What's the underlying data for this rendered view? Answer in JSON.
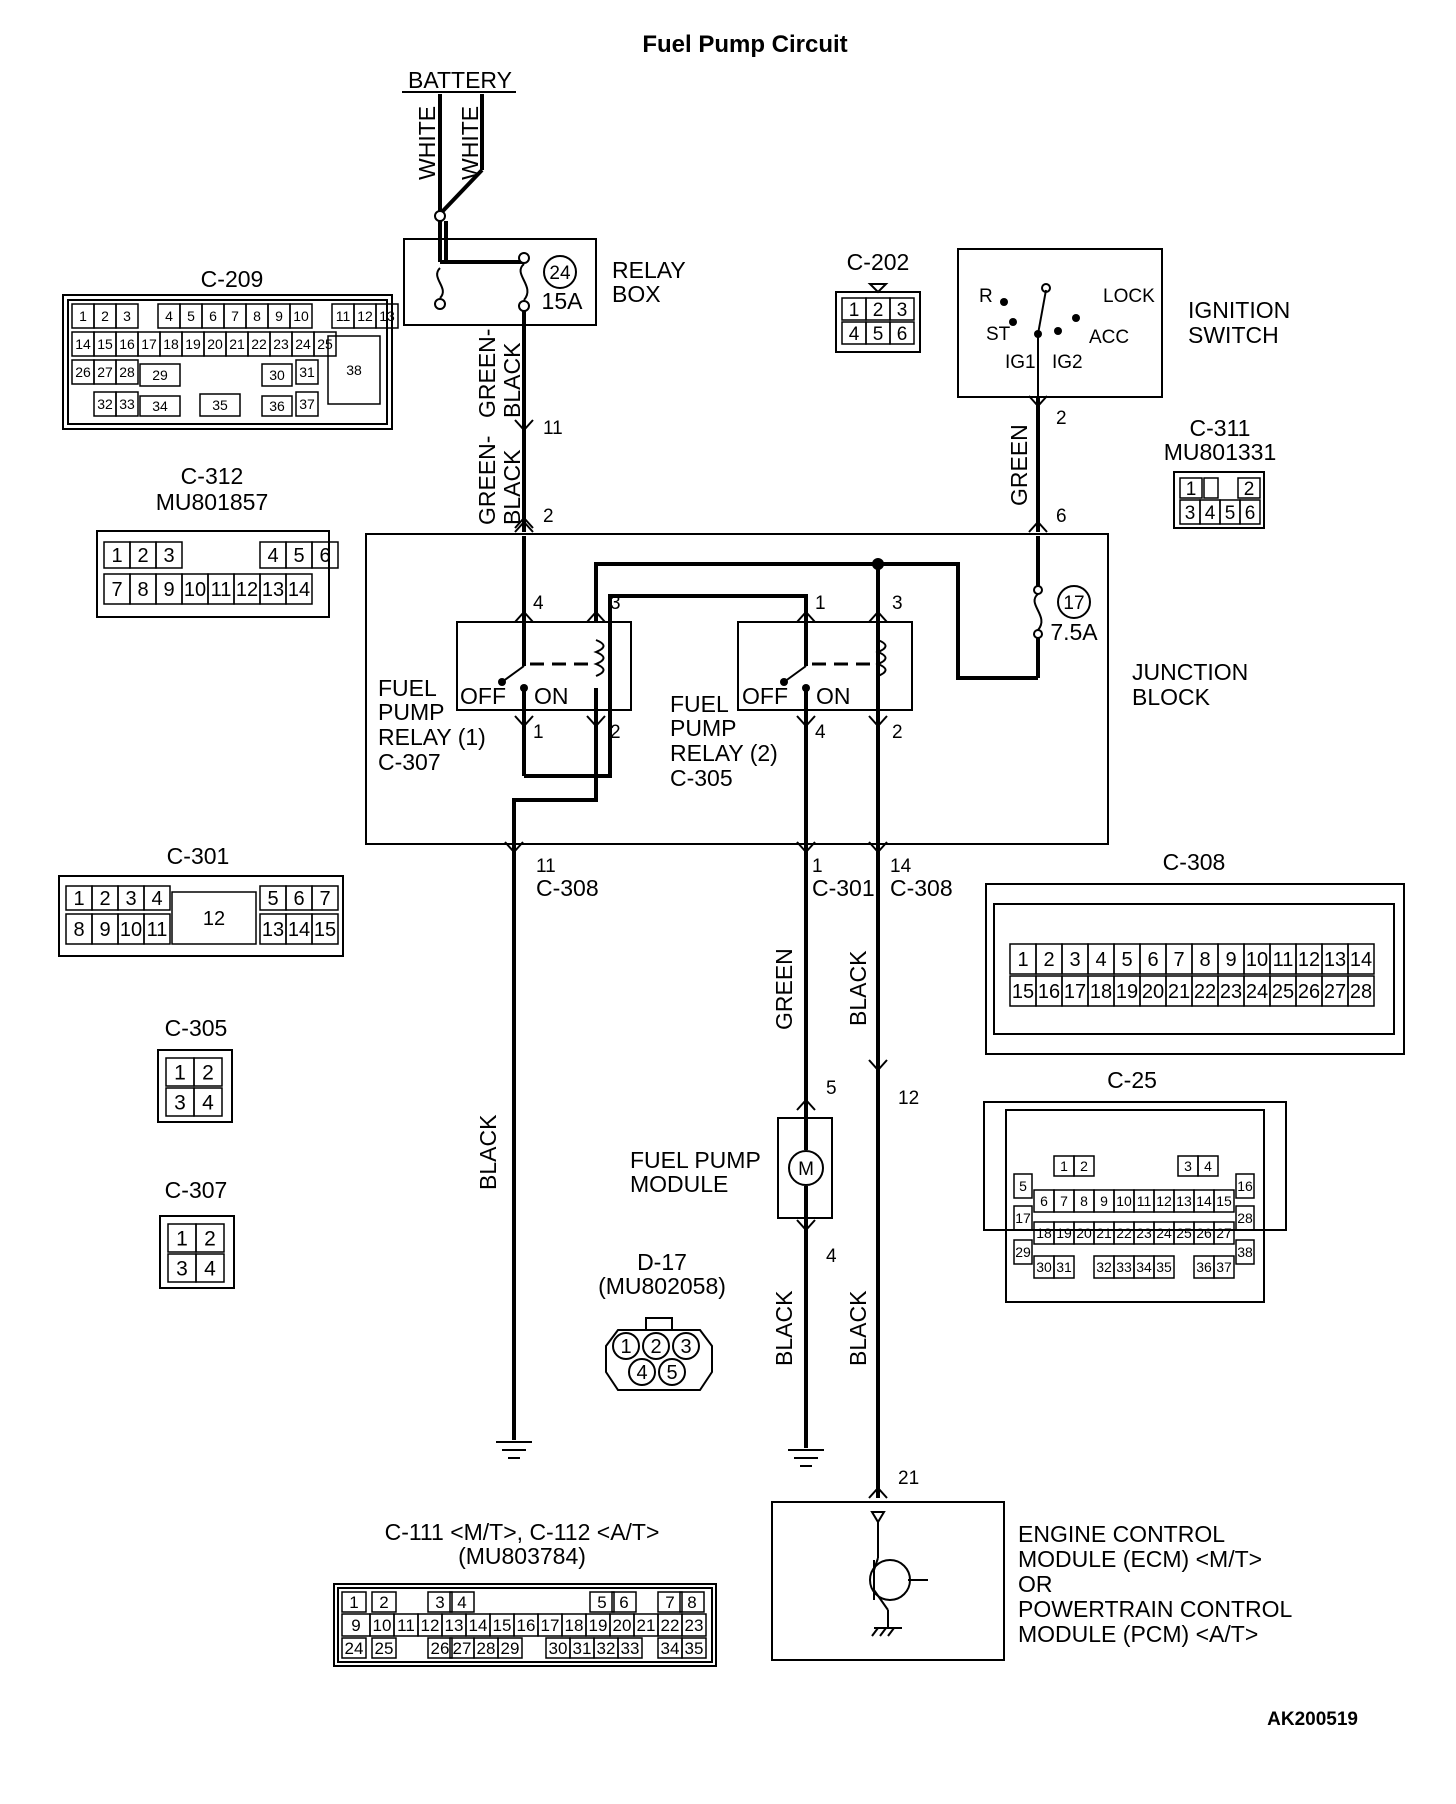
{
  "title": "Fuel Pump Circuit",
  "figure_id": "AK200519",
  "battery": "BATTERY",
  "wire_colors": {
    "white": "WHITE",
    "green": "GREEN",
    "black": "BLACK",
    "green_black_1": "GREEN-",
    "green_black_2": "BLACK",
    "green_black_3": "GREEN-",
    "green_black_4": "BLACK"
  },
  "relay_box": {
    "line1": "RELAY",
    "line2": "BOX",
    "fuse_no": "24",
    "fuse_rating": "15A"
  },
  "ignition": {
    "line1": "IGNITION",
    "line2": "SWITCH",
    "r": "R",
    "lock": "LOCK",
    "st": "ST",
    "acc": "ACC",
    "ig1": "IG1",
    "ig2": "IG2"
  },
  "junction": {
    "line1": "JUNCTION",
    "line2": "BLOCK",
    "fuse_no": "17",
    "fuse_rating": "7.5A"
  },
  "relay1": {
    "l1": "FUEL",
    "l2": "PUMP",
    "l3": "RELAY (1)",
    "l4": "C-307",
    "off": "OFF",
    "on": "ON"
  },
  "relay2": {
    "l1": "FUEL",
    "l2": "PUMP",
    "l3": "RELAY (2)",
    "l4": "C-305",
    "off": "OFF",
    "on": "ON"
  },
  "pump": {
    "l1": "FUEL PUMP",
    "l2": "MODULE",
    "motor": "M"
  },
  "ecm": {
    "l1": "ENGINE CONTROL",
    "l2": "MODULE (ECM) <M/T>",
    "l3": "OR",
    "l4": "POWERTRAIN CONTROL",
    "l5": "MODULE (PCM) <A/T>"
  },
  "pins": {
    "p11a": "11",
    "p2a": "2",
    "p4a": "4",
    "p3a": "3",
    "p1a": "1",
    "p2b": "2",
    "p1b": "1",
    "p3b": "3",
    "p4b": "4",
    "p2c": "2",
    "p2ig": "2",
    "p6": "6",
    "p11b": "11",
    "p1c": "1",
    "p14": "14",
    "p5": "5",
    "p12": "12",
    "p4c": "4",
    "p21": "21"
  },
  "conn_labels": {
    "c308a": "C-308",
    "c301a": "C-301",
    "c308b": "C-308"
  },
  "connectors": {
    "c209": {
      "name": "C-209",
      "row1": [
        "1",
        "2",
        "3",
        "4",
        "5",
        "6",
        "7",
        "8",
        "9",
        "10",
        "11",
        "12",
        "13"
      ],
      "row2": [
        "14",
        "15",
        "16",
        "17",
        "18",
        "19",
        "20",
        "21",
        "22",
        "23",
        "24",
        "25"
      ],
      "row3": [
        "26",
        "27",
        "28",
        "29",
        "30",
        "31",
        "38"
      ],
      "row4": [
        "32",
        "33",
        "34",
        "35",
        "36",
        "37"
      ]
    },
    "c202": {
      "name": "C-202",
      "row1": [
        "1",
        "2",
        "3"
      ],
      "row2": [
        "4",
        "5",
        "6"
      ]
    },
    "c311": {
      "name": "C-311",
      "part": "MU801331",
      "row1": [
        "1",
        "2"
      ],
      "row2": [
        "3",
        "4",
        "5",
        "6"
      ]
    },
    "c312": {
      "name": "C-312",
      "part": "MU801857",
      "row1": [
        "1",
        "2",
        "3",
        "4",
        "5",
        "6"
      ],
      "row2": [
        "7",
        "8",
        "9",
        "10",
        "11",
        "12",
        "13",
        "14"
      ]
    },
    "c301": {
      "name": "C-301",
      "row1": [
        "1",
        "2",
        "3",
        "4",
        "5",
        "6",
        "7"
      ],
      "row2": [
        "8",
        "9",
        "10",
        "11",
        "13",
        "14",
        "15"
      ],
      "center": "12"
    },
    "c305": {
      "name": "C-305",
      "row1": [
        "1",
        "2"
      ],
      "row2": [
        "3",
        "4"
      ]
    },
    "c307": {
      "name": "C-307",
      "row1": [
        "1",
        "2"
      ],
      "row2": [
        "3",
        "4"
      ]
    },
    "c308": {
      "name": "C-308",
      "row1": [
        "1",
        "2",
        "3",
        "4",
        "5",
        "6",
        "7",
        "8",
        "9",
        "10",
        "11",
        "12",
        "13",
        "14"
      ],
      "row2": [
        "15",
        "16",
        "17",
        "18",
        "19",
        "20",
        "21",
        "22",
        "23",
        "24",
        "25",
        "26",
        "27",
        "28"
      ]
    },
    "c25": {
      "name": "C-25",
      "r1": [
        "1",
        "2",
        "3",
        "4"
      ],
      "r2": [
        "5",
        "16"
      ],
      "r3": [
        "6",
        "7",
        "8",
        "9",
        "10",
        "11",
        "12",
        "13",
        "14",
        "15"
      ],
      "r4": [
        "17",
        "28"
      ],
      "r5": [
        "18",
        "19",
        "20",
        "21",
        "22",
        "23",
        "24",
        "25",
        "26",
        "27"
      ],
      "r6": [
        "29",
        "38"
      ],
      "r7": [
        "30",
        "31",
        "32",
        "33",
        "34",
        "35",
        "36",
        "37"
      ]
    },
    "d17": {
      "name": "D-17",
      "part": "(MU802058)",
      "pins": [
        "1",
        "2",
        "3",
        "4",
        "5"
      ]
    },
    "c111": {
      "name": "C-111 <M/T>, C-112 <A/T>",
      "part": "(MU803784)",
      "row1": [
        "1",
        "2",
        "3",
        "4",
        "5",
        "6",
        "7",
        "8"
      ],
      "row2": [
        "9",
        "10",
        "11",
        "12",
        "13",
        "14",
        "15",
        "16",
        "17",
        "18",
        "19",
        "20",
        "21",
        "22",
        "23"
      ],
      "row3": [
        "24",
        "25",
        "26",
        "27",
        "28",
        "29",
        "30",
        "31",
        "32",
        "33",
        "34",
        "35"
      ]
    }
  }
}
